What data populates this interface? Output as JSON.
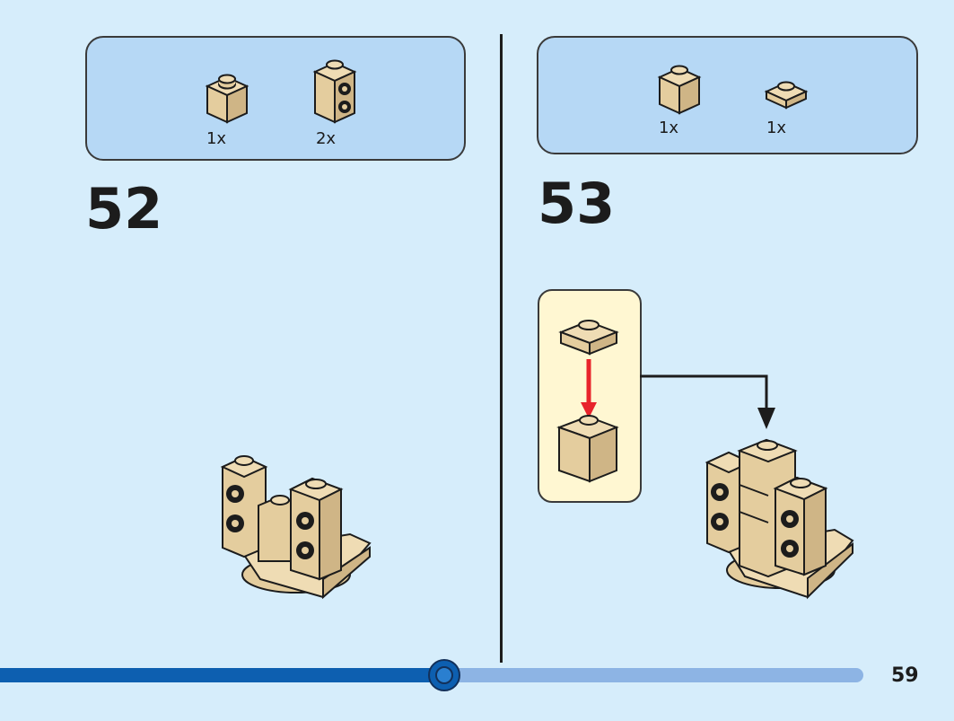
{
  "steps": [
    {
      "number": "52",
      "parts": [
        {
          "qty": "1x",
          "part": "tan 1x1 brick"
        },
        {
          "qty": "2x",
          "part": "tan 1x1 brick with studs on side"
        }
      ]
    },
    {
      "number": "53",
      "parts": [
        {
          "qty": "1x",
          "part": "tan 1x1 brick"
        },
        {
          "qty": "1x",
          "part": "tan 1x1 plate"
        }
      ]
    }
  ],
  "progress": {
    "fraction": 0.515
  },
  "page_number": "59",
  "colors": {
    "background": "#d6edfb",
    "parts_box": "#b6d8f5",
    "tan": "#e4cd9e",
    "callout": "#fff7d2",
    "arrow_red": "#e8232b",
    "progress_fill": "#0d5fb0",
    "progress_track": "#8db4e4"
  }
}
